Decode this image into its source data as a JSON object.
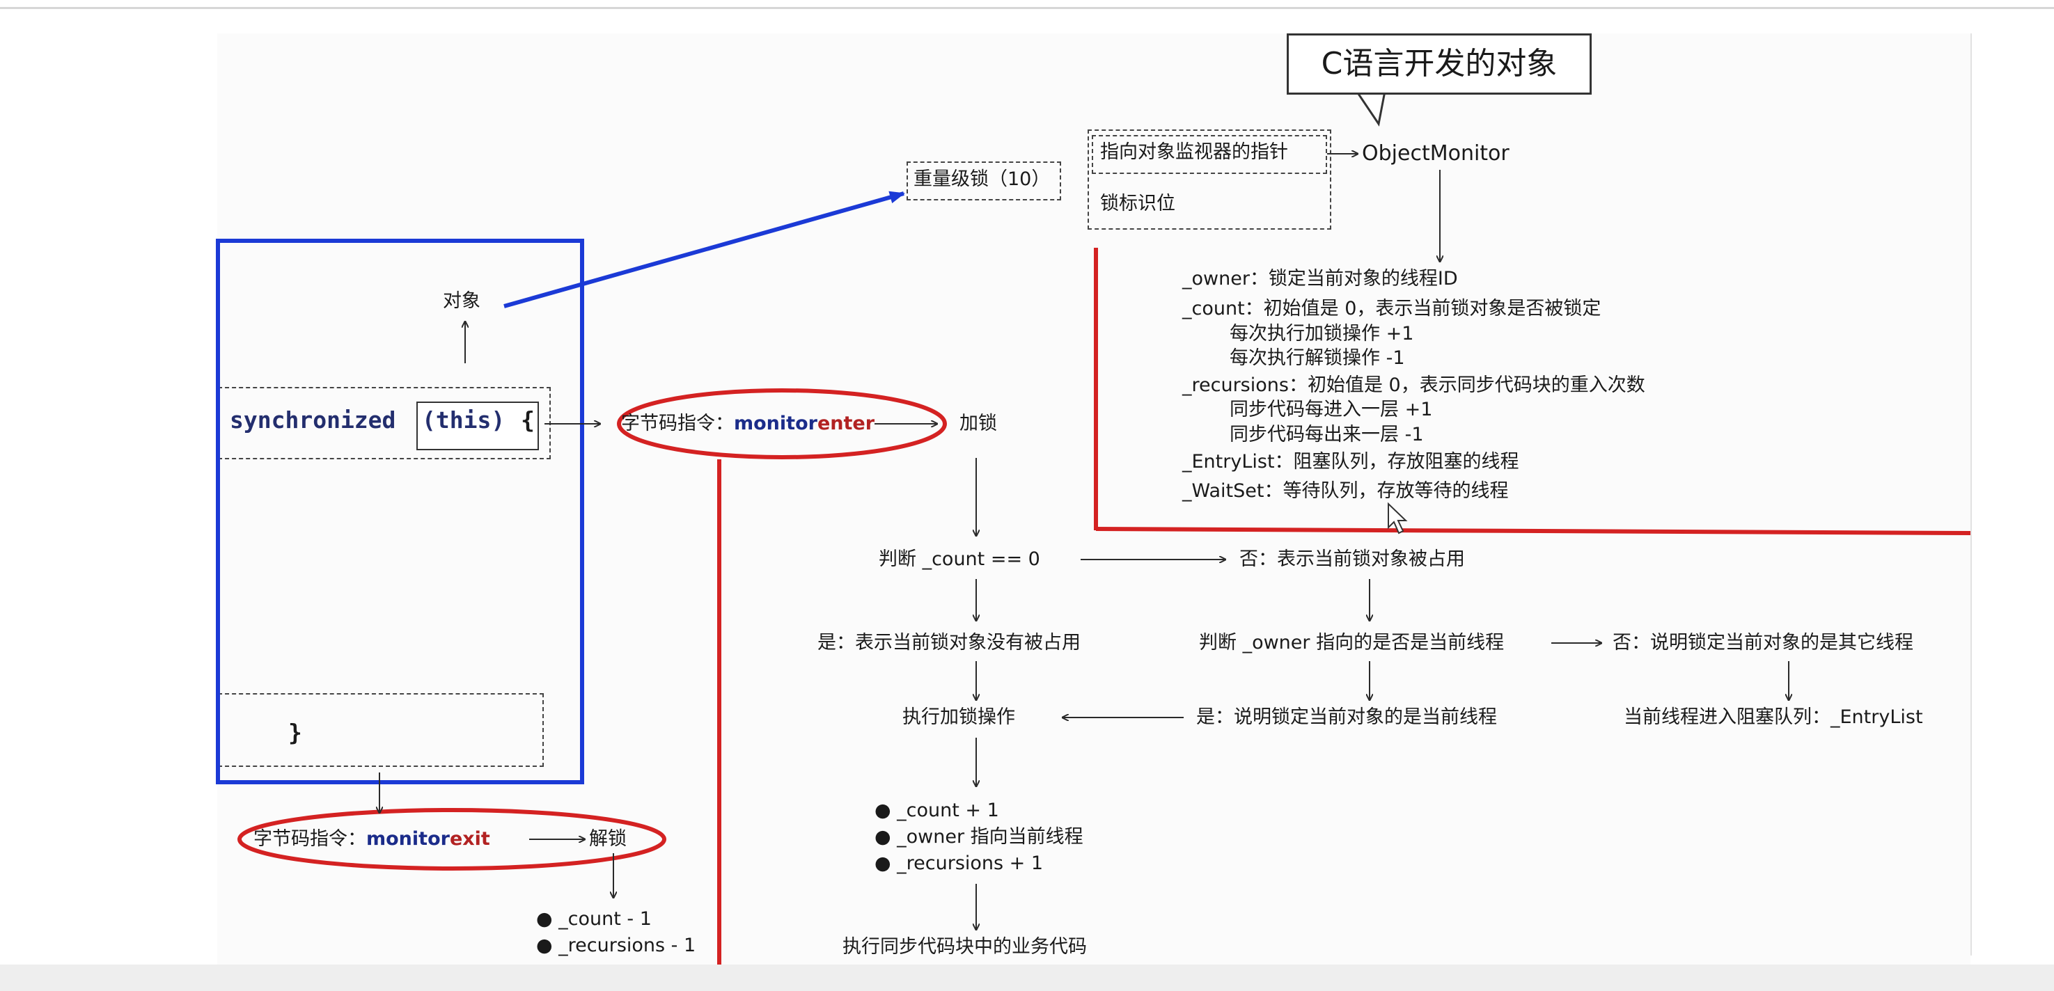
{
  "callout": "C语言开发的对象",
  "heavy_lock": "重量级锁（10）",
  "pointer_to_monitor": "指向对象监视器的指针",
  "lock_flag": "锁标识位",
  "object_monitor": "ObjectMonitor",
  "monitor_fields": [
    "_owner：锁定当前对象的线程ID",
    "_count：初始值是 0，表示当前锁对象是否被锁定",
    "每次执行加锁操作 +1",
    "每次执行解锁操作  -1",
    "_recursions：初始值是 0，表示同步代码块的重入次数",
    "同步代码每进入一层 +1",
    "同步代码每出来一层 -1",
    "_EntryList：阻塞队列，存放阻塞的线程",
    "_WaitSet：等待队列，存放等待的线程"
  ],
  "code": {
    "object": "对象",
    "sync_kw": "synchronized",
    "this": "(this)",
    "open_brace": "{",
    "close_brace": "}"
  },
  "enter": {
    "prefix": "字节码指令：",
    "kw_a": "monitor",
    "kw_b": "enter",
    "action": "加锁"
  },
  "exit": {
    "prefix": "字节码指令：",
    "kw_a": "monitor",
    "kw_b": "exit",
    "action": "解锁"
  },
  "exit_steps": [
    "_count - 1",
    "_recursions - 1"
  ],
  "flow": {
    "check_count": "判断 _count == 0",
    "no_occupied": "否：表示当前锁对象被占用",
    "yes_free": "是：表示当前锁对象没有被占用",
    "check_owner": "判断 _owner 指向的是否是当前线程",
    "no_other": "否：说明锁定当前对象的是其它线程",
    "do_lock": "执行加锁操作",
    "yes_current": "是：说明锁定当前对象的是当前线程",
    "enter_queue": "当前线程进入阻塞队列：_EntryList",
    "lock_steps": [
      "_count + 1",
      "_owner 指向当前线程",
      "_recursions + 1"
    ],
    "run_business": "执行同步代码块中的业务代码"
  },
  "colors": {
    "blue_frame": "#1b3ad6",
    "red_mark": "#d42222",
    "code_text": "#232e6e"
  }
}
